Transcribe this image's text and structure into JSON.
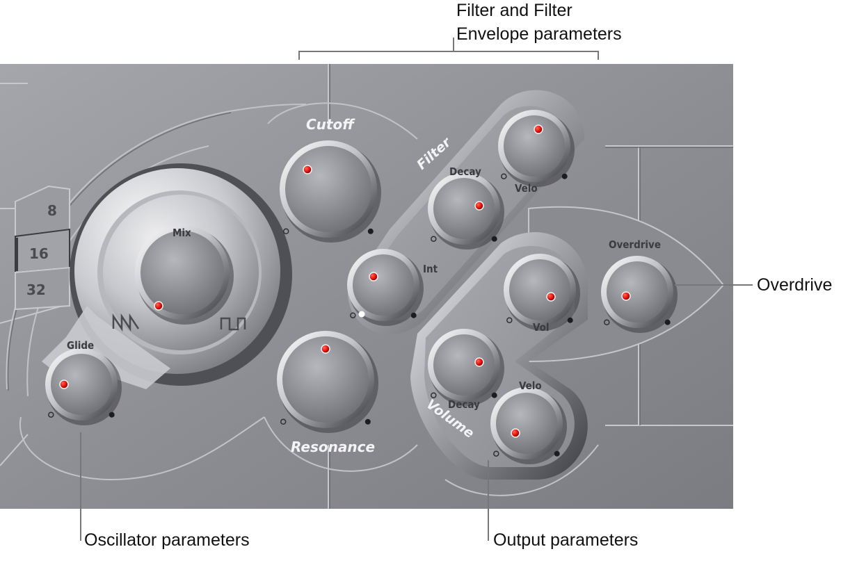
{
  "callouts": {
    "filter_group": [
      "Filter and Filter",
      "Envelope parameters"
    ],
    "overdrive": "Overdrive",
    "oscillator": "Oscillator parameters",
    "output": "Output parameters"
  },
  "panel": {
    "section_labels": {
      "cutoff": "Cutoff",
      "filter": "Filter",
      "resonance": "Resonance",
      "volume": "Volume"
    },
    "octave_buttons": [
      "8",
      "16",
      "32"
    ],
    "selected_octave": "16",
    "knobs": {
      "mix": "Mix",
      "glide": "Glide",
      "filter_decay": "Decay",
      "filter_velo": "Velo",
      "filter_int": "Int",
      "overdrive": "Overdrive",
      "vol": "Vol",
      "volume_decay": "Decay",
      "volume_velo": "Velo"
    },
    "waveform_icons": [
      "sawtooth-wave-icon",
      "square-wave-icon"
    ]
  },
  "colors": {
    "panel_base": "#8f9096",
    "panel_light": "#c9cacf",
    "knob_indicator": "#e8120e",
    "callout_line": "#777777"
  }
}
